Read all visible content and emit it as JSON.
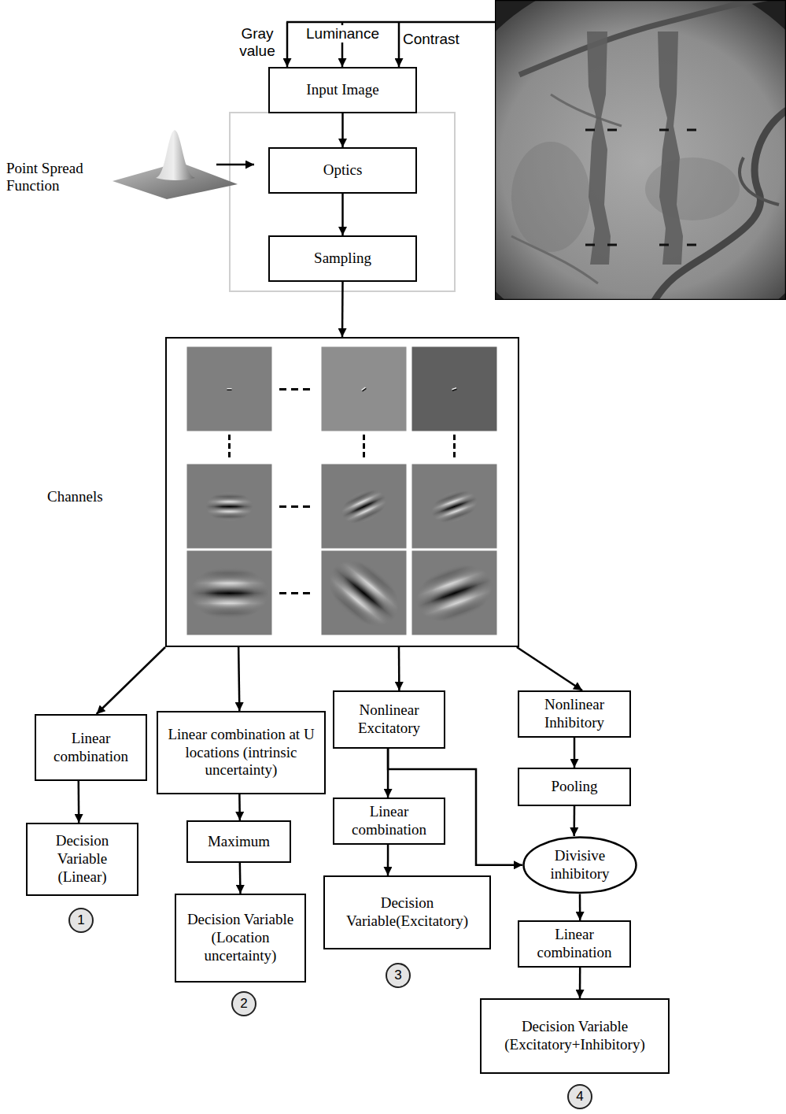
{
  "diagram": {
    "nodes": [
      {
        "text": [
          "Input Image"
        ]
      },
      {
        "text": [
          "Optics"
        ]
      },
      {
        "text": [
          "Sampling"
        ]
      },
      {
        "text": [
          "Channels"
        ]
      },
      {
        "text": [
          "Linear combination"
        ]
      },
      {
        "text": [
          "Decision Variable (Linear)"
        ]
      },
      {
        "text": [
          "Linear combination at U locations (intrinsic uncertainty)"
        ]
      },
      {
        "text": [
          "Maximum"
        ]
      },
      {
        "text": [
          "Decision Variable (Location uncertainty)"
        ]
      },
      {
        "text": [
          "Nonlinear Excitatory"
        ]
      },
      {
        "text": [
          "Linear combination"
        ]
      },
      {
        "text": [
          "Decision Variable(Excitatory)"
        ]
      },
      {
        "text": [
          "Nonlinear Inhibitory"
        ]
      },
      {
        "text": [
          "Pooling"
        ]
      },
      {
        "text": [
          "Divisive inhibitory"
        ]
      },
      {
        "text": [
          "Linear combination"
        ]
      },
      {
        "text": [
          "Decision Variable (Excitatory+Inhibitory)"
        ]
      }
    ],
    "edges": [
      {
        "from": 0,
        "to": 1,
        "arrow": "to"
      },
      {
        "from": 1,
        "to": 2,
        "arrow": "to"
      },
      {
        "from": 2,
        "to": 3,
        "arrow": "to"
      },
      {
        "from": 3,
        "to": 4,
        "arrow": "to"
      },
      {
        "from": 4,
        "to": 5,
        "arrow": "to"
      },
      {
        "from": 3,
        "to": 6,
        "arrow": "to"
      },
      {
        "from": 6,
        "to": 7,
        "arrow": "to"
      },
      {
        "from": 7,
        "to": 8,
        "arrow": "to"
      },
      {
        "from": 3,
        "to": 9,
        "arrow": "to"
      },
      {
        "from": 9,
        "to": 10,
        "arrow": "to"
      },
      {
        "from": 10,
        "to": 11,
        "arrow": "to"
      },
      {
        "from": 9,
        "to": 14,
        "arrow": "to"
      },
      {
        "from": 3,
        "to": 12,
        "arrow": "to"
      },
      {
        "from": 12,
        "to": 13,
        "arrow": "to"
      },
      {
        "from": 13,
        "to": 14,
        "arrow": "to"
      },
      {
        "from": 14,
        "to": 15,
        "arrow": "to"
      },
      {
        "from": 15,
        "to": 16,
        "arrow": "to"
      }
    ],
    "labels": [
      "Gray value",
      "Luminance",
      "Contrast",
      "Point Spread Function",
      "1",
      "2",
      "3",
      "4"
    ]
  }
}
